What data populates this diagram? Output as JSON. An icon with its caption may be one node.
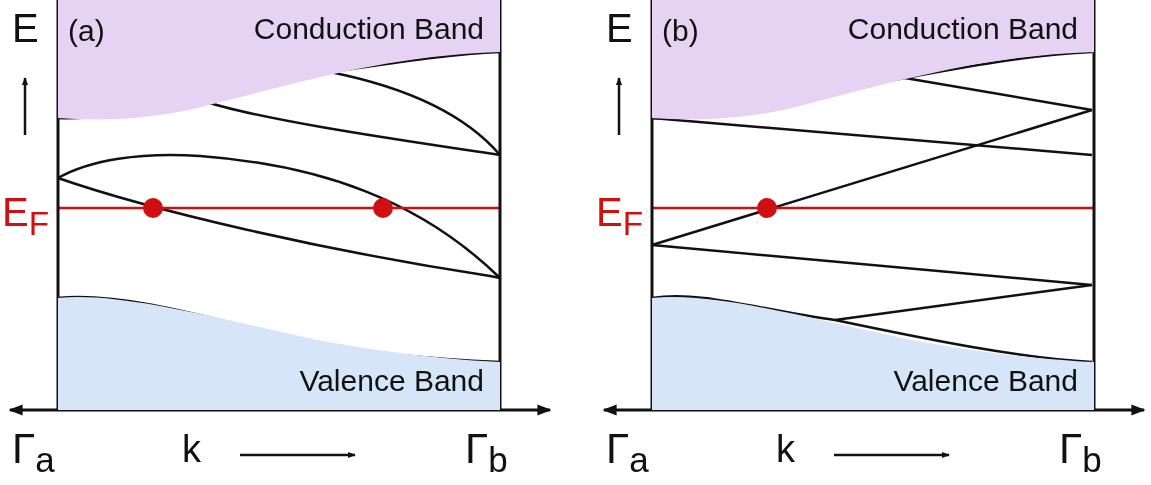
{
  "diagram": {
    "nodes": [
      {
        "text": [
          "Conduction Band"
        ]
      },
      {
        "text": [
          "Valence Band"
        ]
      },
      {
        "text": [
          "Conduction Band"
        ]
      },
      {
        "text": [
          "Valence Band"
        ]
      }
    ],
    "labels": [
      "E",
      "(a)",
      "E$_{F}$",
      "Γ$_{a}$",
      "k",
      "Γ$_{b}$",
      "E",
      "(b)",
      "E$_{F}$",
      "Γ$_{a}$",
      "k",
      "Γ$_{b}$"
    ]
  }
}
